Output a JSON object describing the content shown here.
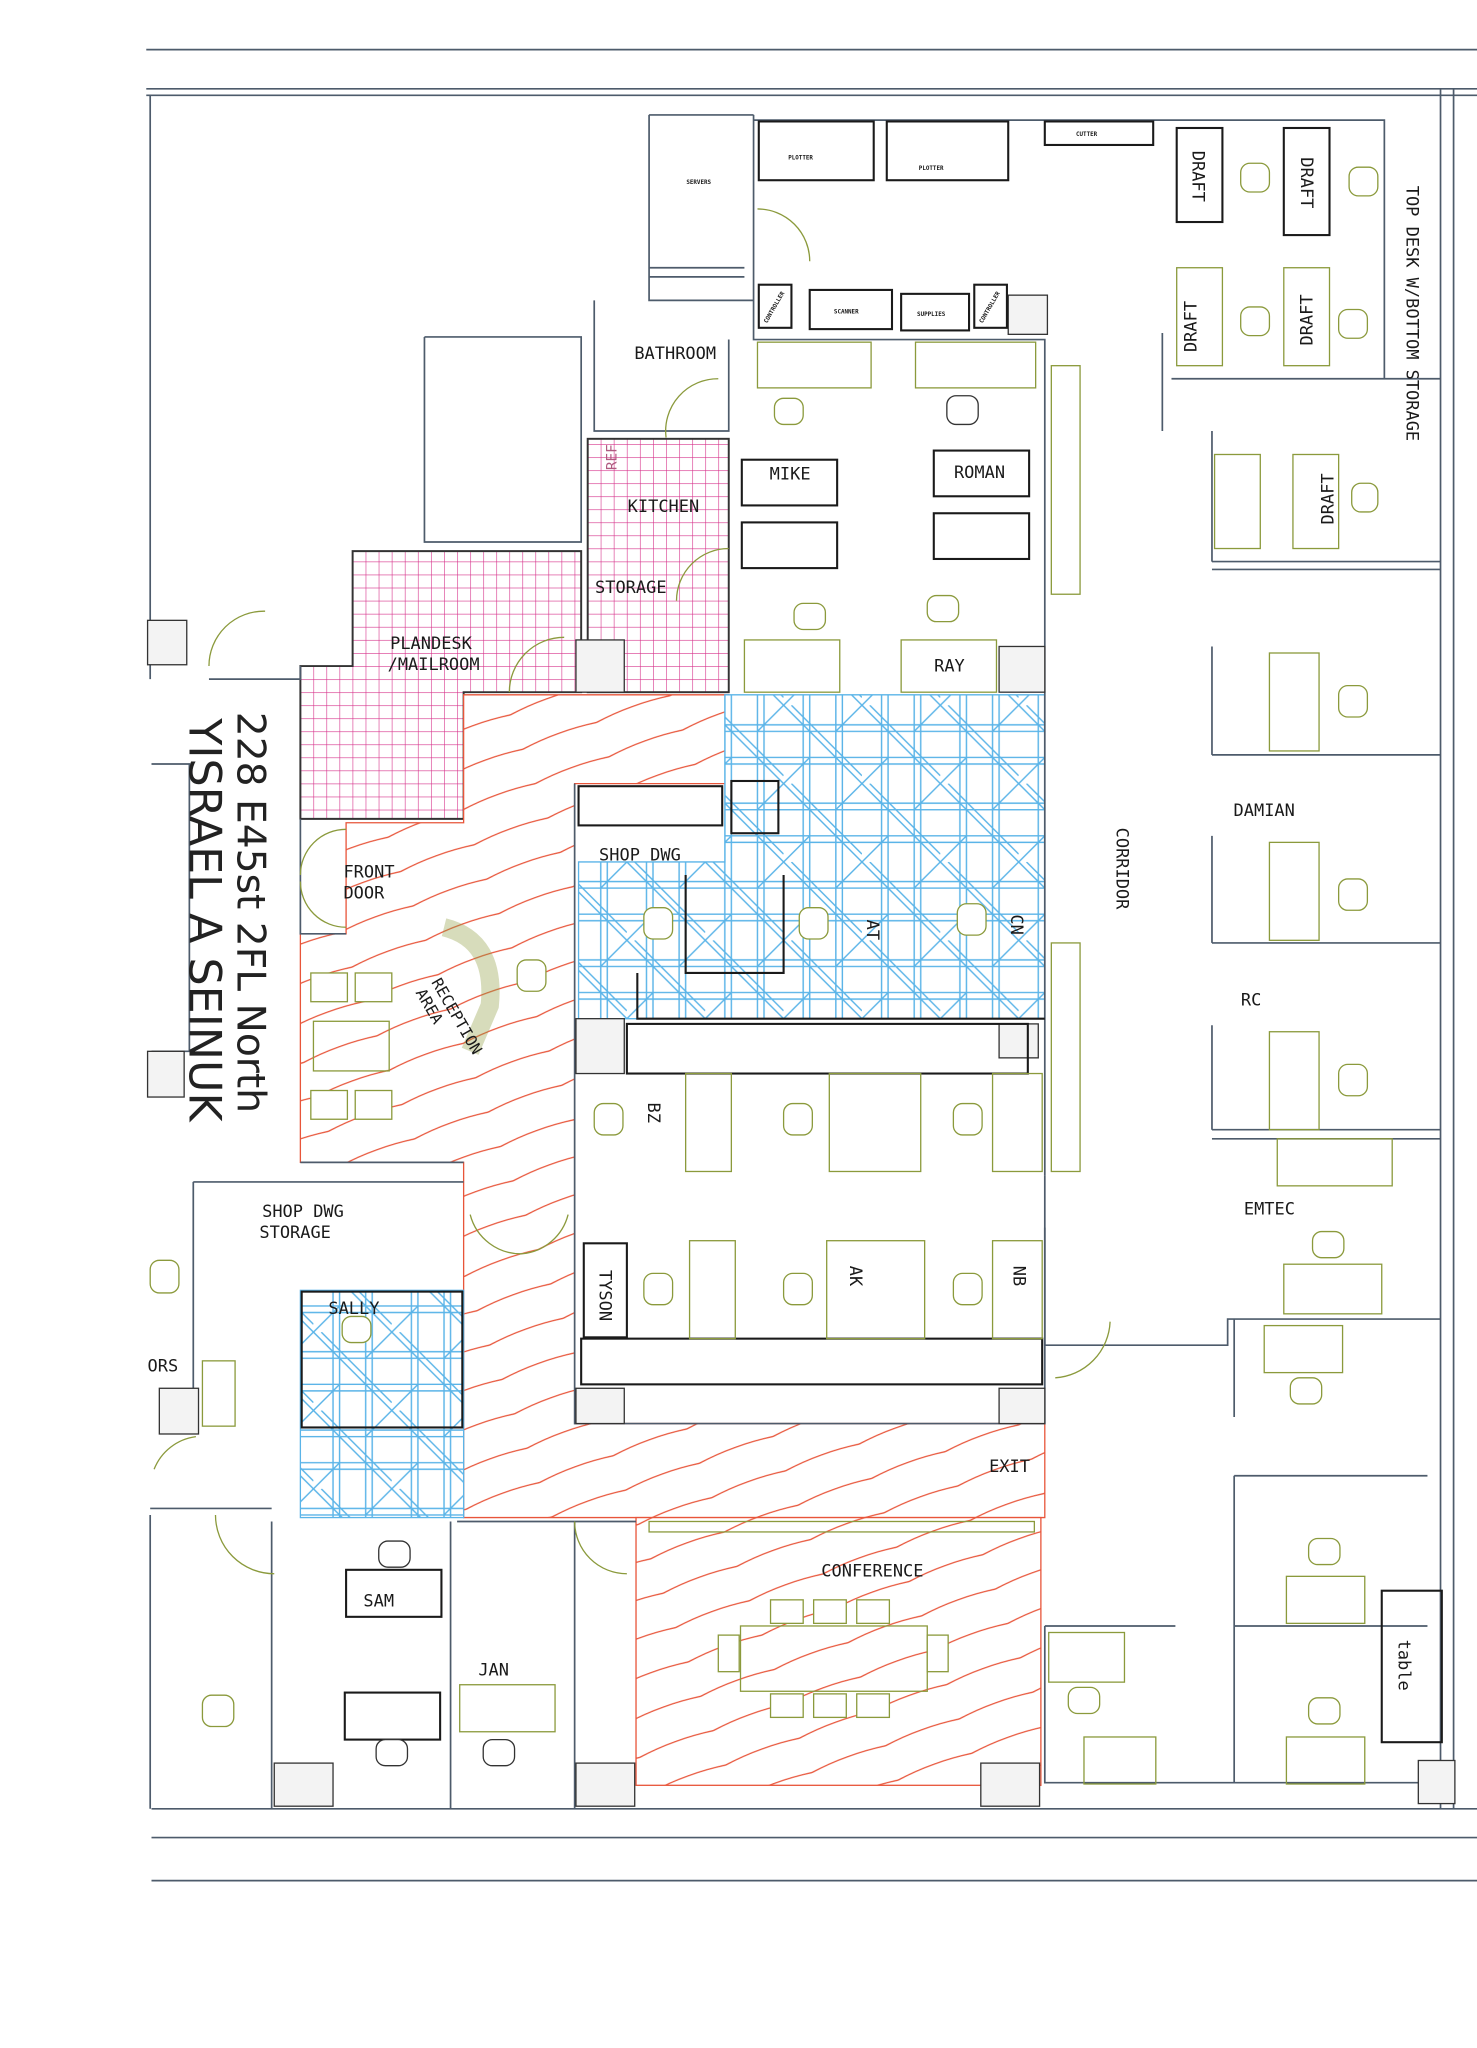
{
  "plan": {
    "handwritten": {
      "address": "228 E45st   2FL North",
      "name": "YISRAEL A SEINUK"
    },
    "equipment": {
      "servers": "SERVERS",
      "plotter_1": "PLOTTER",
      "plotter_2": "PLOTTER",
      "cutter": "CUTTER",
      "controller_1": "CONTROLLER",
      "scanner": "SCANNER",
      "supplies": "SUPPLIES",
      "controller_2": "CONTROLLER",
      "ref": "REF"
    },
    "rooms": {
      "bathroom": "BATHROOM",
      "kitchen": "KITCHEN",
      "storage": "STORAGE",
      "plandesk": "PLANDESK",
      "mailroom": "/MAILROOM",
      "front_door_1": "FRONT",
      "front_door_2": "DOOR",
      "reception_1": "RECEPTION",
      "reception_2": "AREA",
      "shop_dwg": "SHOP DWG",
      "shop_dwg_storage_1": "SHOP DWG",
      "shop_dwg_storage_2": "STORAGE",
      "corridor": "CORRIDOR",
      "exit": "EXIT",
      "conference": "CONFERENCE",
      "top_desk": "TOP DESK W/BOTTOM STORAGE",
      "ors": "ORS"
    },
    "people": {
      "mike": "MIKE",
      "roman": "ROMAN",
      "ray": "RAY",
      "at": "AT",
      "cn": "CN",
      "bz": "BZ",
      "tyson": "TYSON",
      "ak": "AK",
      "nb": "NB",
      "sally": "SALLY",
      "sam": "SAM",
      "jan": "JAN",
      "damian": "DAMIAN",
      "rc": "RC",
      "emtec": "EMTEC"
    },
    "draft": [
      "DRAFT",
      "DRAFT",
      "DRAFT",
      "DRAFT",
      "DRAFT"
    ],
    "table": "table",
    "colors": {
      "grid_hatch": "#d6308a",
      "red_hatch": "#e8553a",
      "blue_hatch": "#5ab4e8",
      "furniture": "#8b9a3c",
      "walls": "#4d5b6b"
    }
  }
}
